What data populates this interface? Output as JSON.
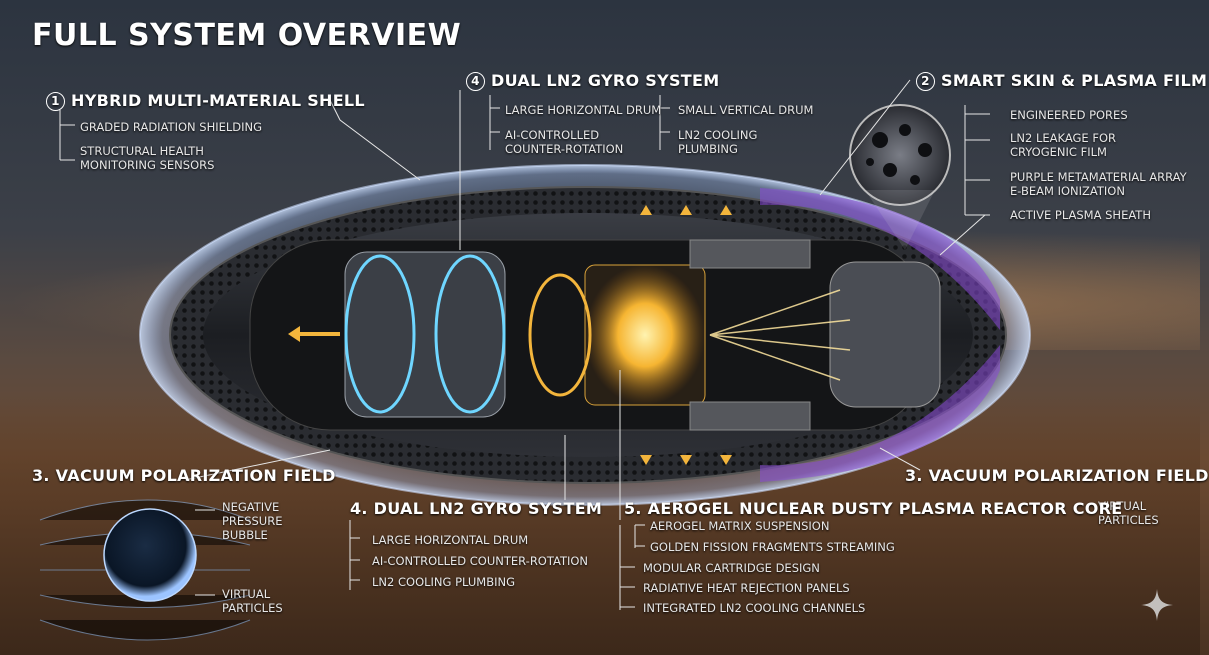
{
  "title": "FULL SYSTEM OVERVIEW",
  "shell": {
    "num": "1",
    "heading": "HYBRID MULTI-MATERIAL SHELL",
    "items": [
      "GRADED RADIATION SHIELDING",
      "STRUCTURAL HEALTH",
      "MONITORING SENSORS"
    ]
  },
  "gyro_top": {
    "num": "4",
    "heading": "DUAL LN2 GYRO SYSTEM",
    "items": [
      "LARGE HORIZONTAL DRUM",
      "SMALL VERTICAL DRUM",
      "AI-CONTROLLED",
      "COUNTER-ROTATION",
      "LN2 COOLING",
      "PLUMBING"
    ]
  },
  "skin": {
    "num": "2",
    "heading": "SMART SKIN & PLASMA FILM",
    "items": [
      "ENGINEERED PORES",
      "LN2 LEAKAGE FOR",
      "CRYOGENIC FILM",
      "PURPLE METAMATERIAL ARRAY",
      "E-BEAM IONIZATION",
      "ACTIVE PLASMA SHEATH"
    ]
  },
  "vacuum_left": {
    "heading": "3. VACUUM POLARIZATION FIELD",
    "items": [
      "NEGATIVE",
      "PRESSURE",
      "BUBBLE",
      "VIRTUAL",
      "PARTICLES"
    ]
  },
  "vacuum_right": {
    "heading": "3. VACUUM POLARIZATION FIELD",
    "items": [
      "VIRTUAL",
      "PARTICLES"
    ]
  },
  "gyro_bottom": {
    "heading": "4. DUAL LN2 GYRO SYSTEM",
    "items": [
      "LARGE HORIZONTAL DRUM",
      "AI-CONTROLLED COUNTER-ROTATION",
      "LN2 COOLING PLUMBING"
    ]
  },
  "reactor": {
    "heading": "5. AEROGEL NUCLEAR DUSTY PLASMA REACTOR CORE",
    "items": [
      "AEROGEL MATRIX SUSPENSION",
      "GOLDEN FISSION FRAGMENTS STREAMING",
      "MODULAR CARTRIDGE DESIGN",
      "RADIATIVE HEAT REJECTION PANELS",
      "INTEGRATED LN2 COOLING CHANNELS"
    ]
  },
  "icons": [
    "sparkle-icon"
  ]
}
